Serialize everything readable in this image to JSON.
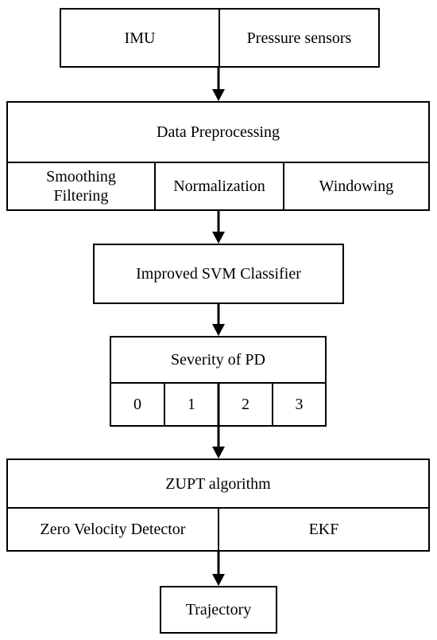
{
  "inputs": {
    "imu": "IMU",
    "pressure": "Pressure sensors"
  },
  "preprocessing": {
    "title": "Data Preprocessing",
    "steps": [
      "Smoothing\nFiltering",
      "Normalization",
      "Windowing"
    ]
  },
  "classifier": {
    "title": "Improved SVM Classifier"
  },
  "severity": {
    "title": "Severity of PD",
    "levels": [
      "0",
      "1",
      "2",
      "3"
    ]
  },
  "zupt": {
    "title": "ZUPT algorithm",
    "parts": [
      "Zero Velocity Detector",
      "EKF"
    ]
  },
  "output": {
    "title": "Trajectory"
  }
}
